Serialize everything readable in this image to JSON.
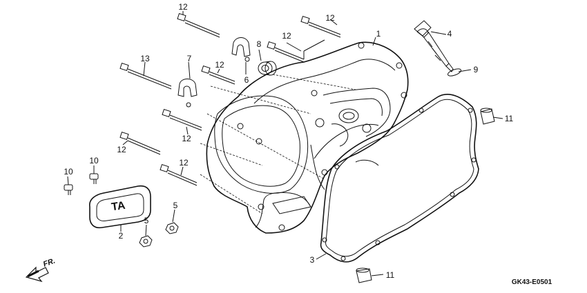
{
  "callouts": [
    {
      "id": "c1",
      "text": "12"
    },
    {
      "id": "c2",
      "text": "12"
    },
    {
      "id": "c3",
      "text": "1"
    },
    {
      "id": "c4",
      "text": "4"
    },
    {
      "id": "c5",
      "text": "8"
    },
    {
      "id": "c6",
      "text": "12"
    },
    {
      "id": "c7",
      "text": "13"
    },
    {
      "id": "c8",
      "text": "7"
    },
    {
      "id": "c9",
      "text": "12"
    },
    {
      "id": "c10",
      "text": "6"
    },
    {
      "id": "c11",
      "text": "9"
    },
    {
      "id": "c12",
      "text": "11"
    },
    {
      "id": "c13",
      "text": "12"
    },
    {
      "id": "c14",
      "text": "12"
    },
    {
      "id": "c15",
      "text": "10"
    },
    {
      "id": "c16",
      "text": "10"
    },
    {
      "id": "c17",
      "text": "12"
    },
    {
      "id": "c18",
      "text": "5"
    },
    {
      "id": "c19",
      "text": "5"
    },
    {
      "id": "c20",
      "text": "2"
    },
    {
      "id": "c21",
      "text": "3"
    },
    {
      "id": "c22",
      "text": "11"
    }
  ],
  "emblem_text": "TA",
  "direction_label": "FR.",
  "diagram_code": "GK43-E0501"
}
